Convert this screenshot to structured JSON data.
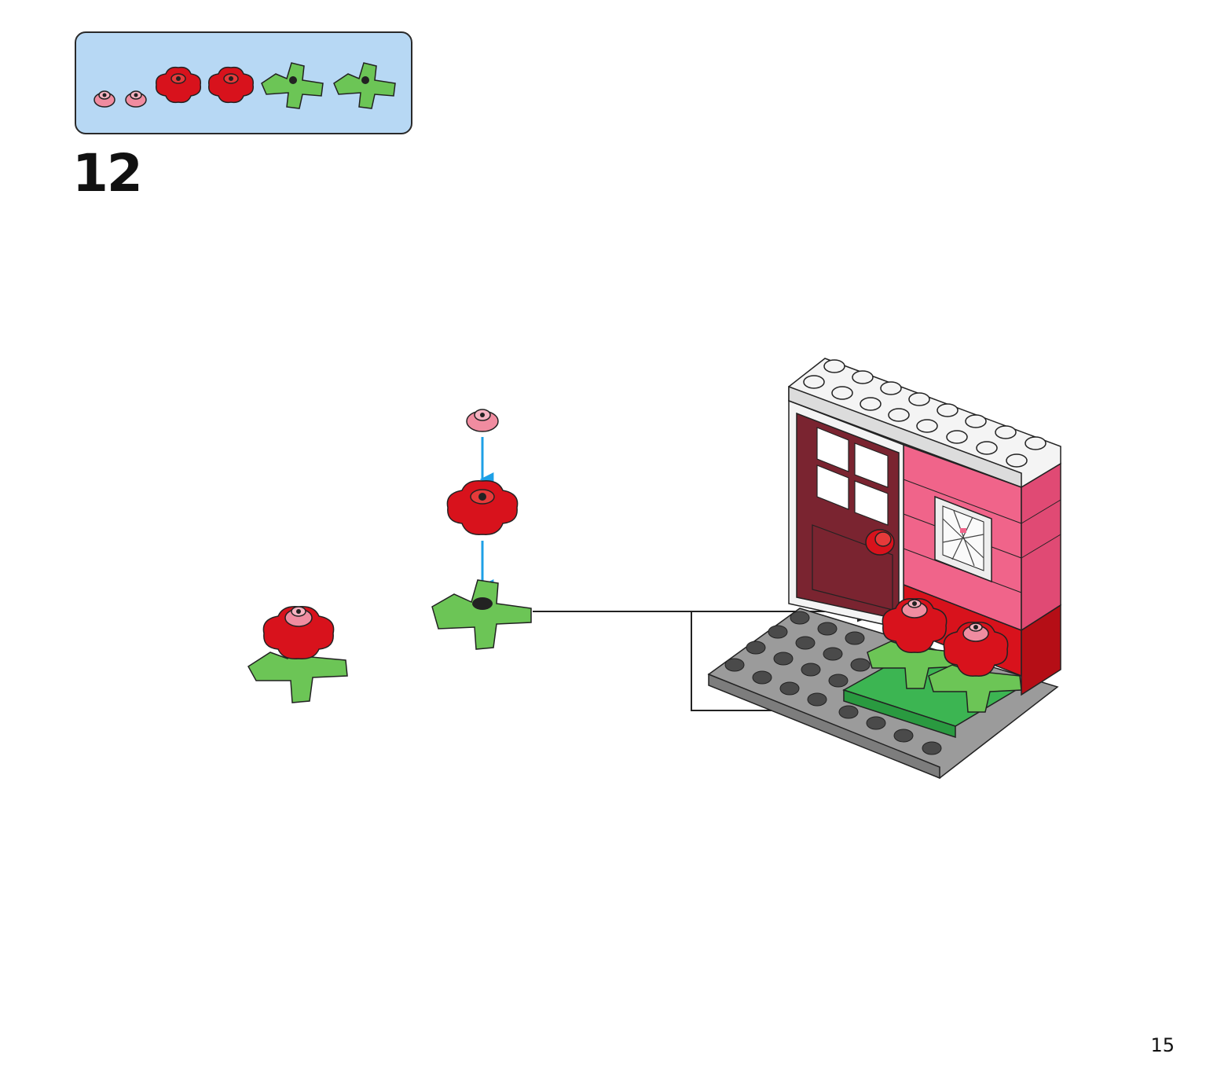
{
  "step": {
    "number": "12"
  },
  "page": {
    "number": "15"
  },
  "parts_box": {
    "parts": [
      {
        "name": "pink-round-plate-1x1",
        "color": "#f08ca0"
      },
      {
        "name": "pink-round-plate-1x1",
        "color": "#f08ca0"
      },
      {
        "name": "red-flower-plate",
        "color": "#d8121c"
      },
      {
        "name": "red-flower-plate",
        "color": "#d8121c"
      },
      {
        "name": "green-leaf-plate",
        "color": "#6cc556"
      },
      {
        "name": "green-leaf-plate",
        "color": "#6cc556"
      }
    ]
  },
  "colors": {
    "box_fill": "#b7d8f4",
    "arrow_blue": "#1ea0e6",
    "callout_line": "#222222",
    "red": "#d8121c",
    "pink": "#f08ca0",
    "wall_pink": "#f0648a",
    "green": "#6cc556",
    "dark_green": "#3cb552",
    "grey": "#9b9b9b",
    "dark_red_door": "#7a2430",
    "white": "#f4f4f4"
  },
  "illustration": {
    "subassembly": "flower-pink-red-green",
    "model": "pink-house-wall-with-door"
  }
}
